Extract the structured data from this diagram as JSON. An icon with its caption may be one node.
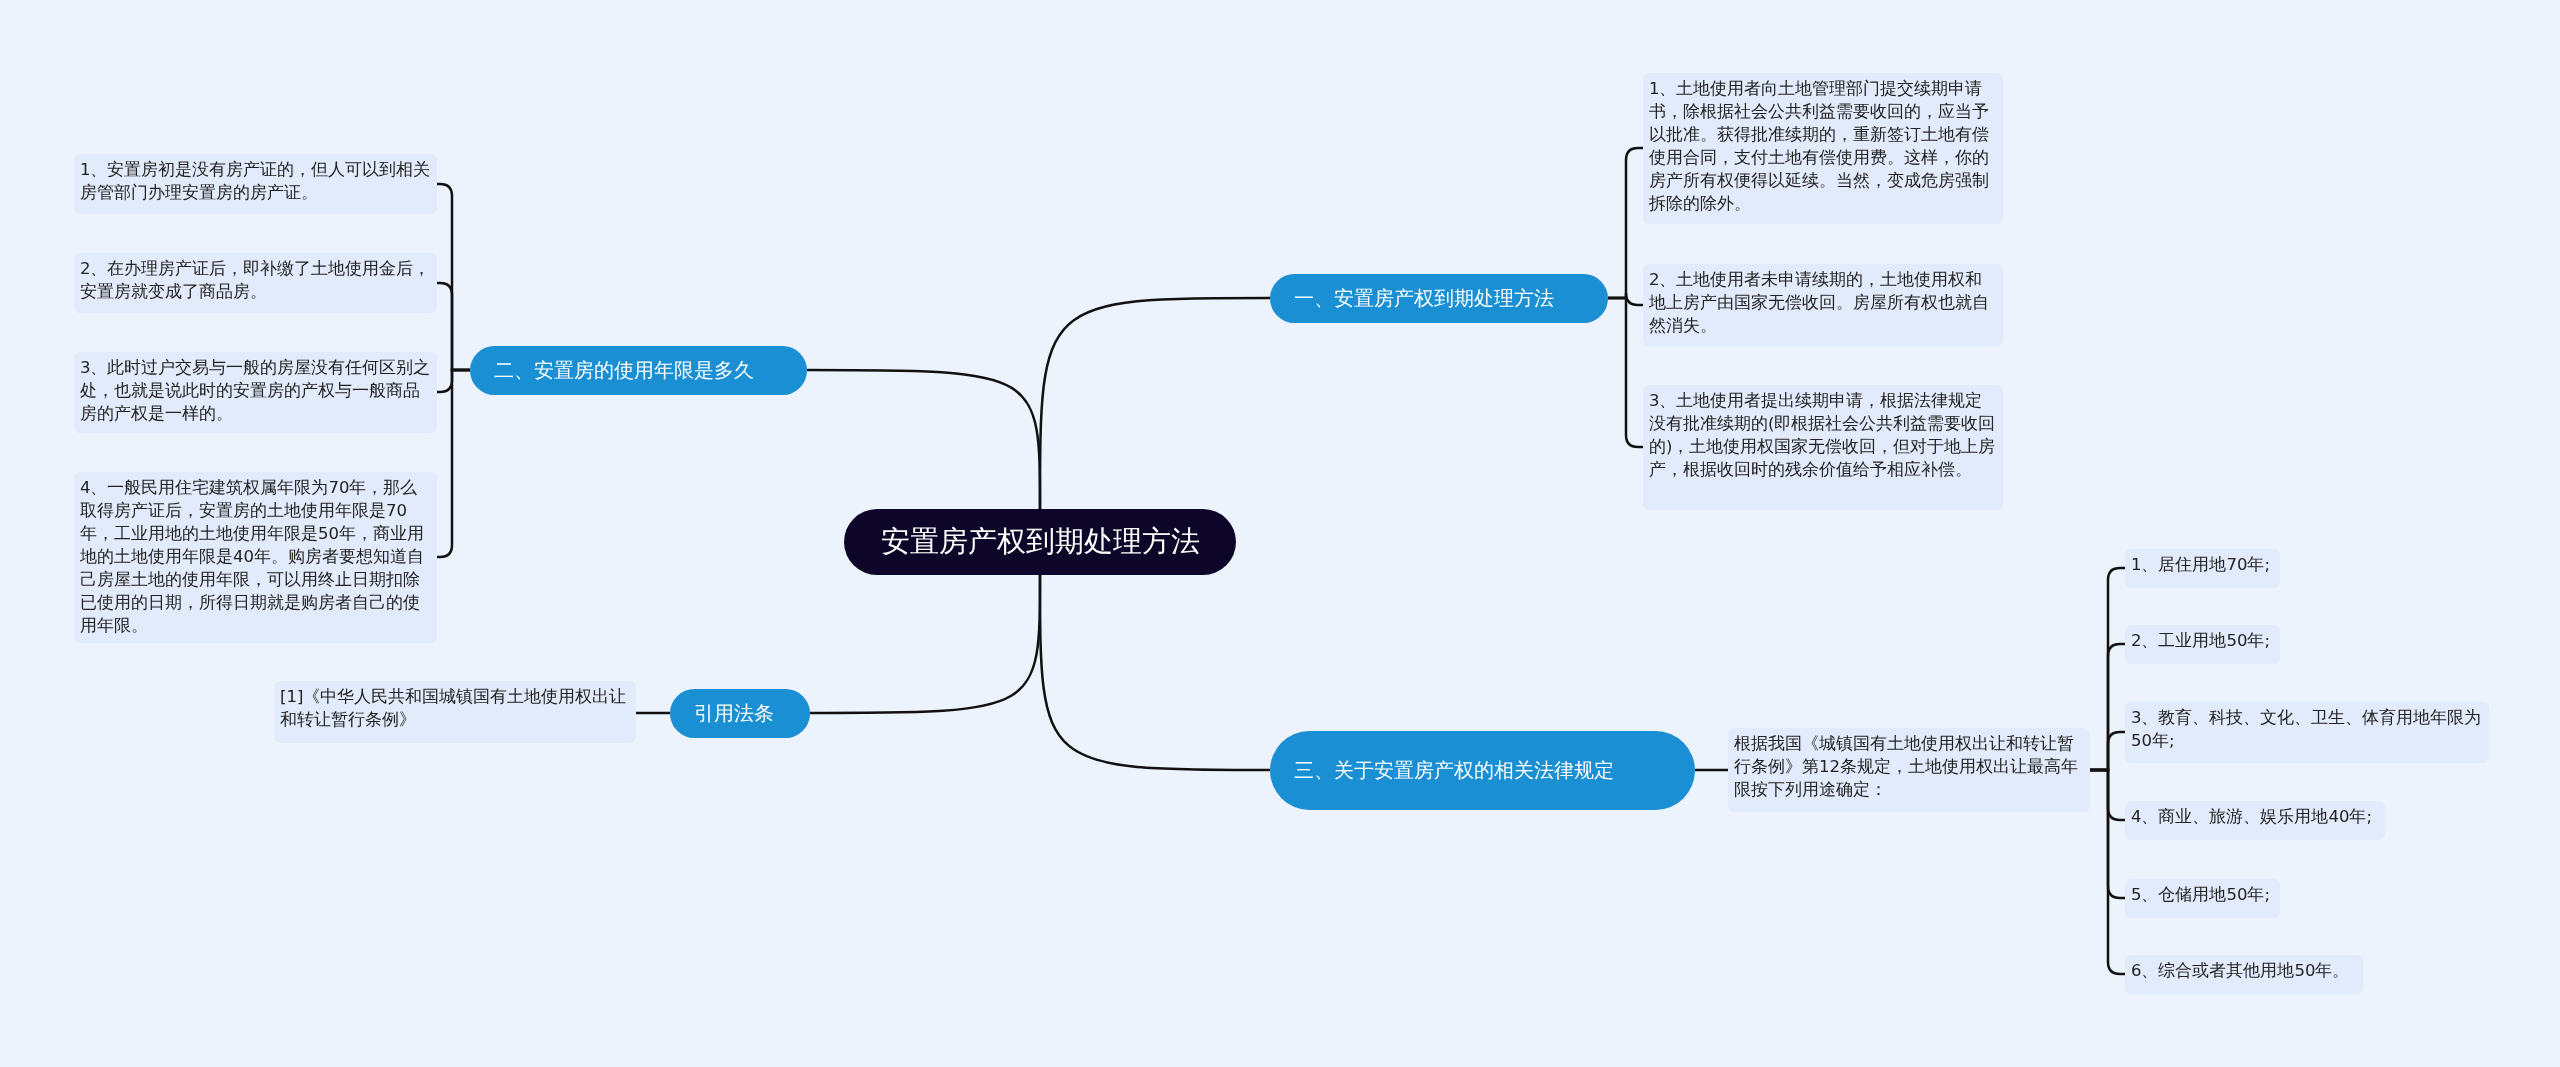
{
  "diagram": {
    "nodes": [
      {
        "text": [
          "安置房产权到期处理方法"
        ]
      },
      {
        "text": [
          "一、安置房产权到期处理方法"
        ]
      },
      {
        "text": [
          "1、土地使用者向土地管理部门提交续期申请书，除根据社会公共利益需要收回的，应当予以批准。获得批准续期的，重新签订土地有偿使用合同，支付土地有偿使用费。这样，你的房产所有权便得以延续。当然，变成危房强制拆除的除外。"
        ]
      },
      {
        "text": [
          "2、土地使用者未申请续期的，土地使用权和地上房产由国家无偿收回。房屋所有权也就自然消失。"
        ]
      },
      {
        "text": [
          "3、土地使用者提出续期申请，根据法律规定没有批准续期的(即根据社会公共利益需要收回的)，土地使用权国家无偿收回，但对于地上房产，根据收回时的残余价值给予相应补偿。"
        ]
      },
      {
        "text": [
          "三、关于安置房产权的相关法律规定"
        ]
      },
      {
        "text": [
          "根据我国《城镇国有土地使用权出让和转让暂行条例》第12条规定，土地使用权出让最高年限按下列用途确定："
        ]
      },
      {
        "text": [
          "1、居住用地70年;"
        ]
      },
      {
        "text": [
          "2、工业用地50年;"
        ]
      },
      {
        "text": [
          "3、教育、科技、文化、卫生、体育用地年限为50年;"
        ]
      },
      {
        "text": [
          "4、商业、旅游、娱乐用地40年;"
        ]
      },
      {
        "text": [
          "5、仓储用地50年;"
        ]
      },
      {
        "text": [
          "6、综合或者其他用地50年。"
        ]
      },
      {
        "text": [
          "二、安置房的使用年限是多久"
        ]
      },
      {
        "text": [
          "1、安置房初是没有房产证的，但人可以到相关房管部门办理安置房的房产证。"
        ]
      },
      {
        "text": [
          "2、在办理房产证后，即补缴了土地使用金后，安置房就变成了商品房。"
        ]
      },
      {
        "text": [
          "3、此时过户交易与一般的房屋没有任何区别之处，也就是说此时的安置房的产权与一般商品房的产权是一样的。"
        ]
      },
      {
        "text": [
          "4、一般民用住宅建筑权属年限为70年，那么取得房产证后，安置房的土地使用年限是70年，工业用地的土地使用年限是50年，商业用地的土地使用年限是40年。购房者要想知道自己房屋土地的使用年限，可以用终止日期扣除已使用的日期，所得日期就是购房者自己的使用年限。"
        ]
      },
      {
        "text": [
          "引用法条"
        ]
      },
      {
        "text": [
          "[1]《中华人民共和国城镇国有土地使用权出让和转让暂行条例》"
        ]
      }
    ],
    "edges": [
      {
        "from": 0,
        "to": 1,
        "arrow": "none"
      },
      {
        "from": 1,
        "to": 2,
        "arrow": "none"
      },
      {
        "from": 1,
        "to": 3,
        "arrow": "none"
      },
      {
        "from": 1,
        "to": 4,
        "arrow": "none"
      },
      {
        "from": 0,
        "to": 5,
        "arrow": "none"
      },
      {
        "from": 5,
        "to": 6,
        "arrow": "none"
      },
      {
        "from": 6,
        "to": 7,
        "arrow": "none"
      },
      {
        "from": 6,
        "to": 8,
        "arrow": "none"
      },
      {
        "from": 6,
        "to": 9,
        "arrow": "none"
      },
      {
        "from": 6,
        "to": 10,
        "arrow": "none"
      },
      {
        "from": 6,
        "to": 11,
        "arrow": "none"
      },
      {
        "from": 6,
        "to": 12,
        "arrow": "none"
      },
      {
        "from": 0,
        "to": 13,
        "arrow": "none"
      },
      {
        "from": 13,
        "to": 14,
        "arrow": "none"
      },
      {
        "from": 13,
        "to": 15,
        "arrow": "none"
      },
      {
        "from": 13,
        "to": 16,
        "arrow": "none"
      },
      {
        "from": 13,
        "to": 17,
        "arrow": "none"
      },
      {
        "from": 0,
        "to": 18,
        "arrow": "none"
      },
      {
        "from": 18,
        "to": 19,
        "arrow": "none"
      }
    ]
  }
}
